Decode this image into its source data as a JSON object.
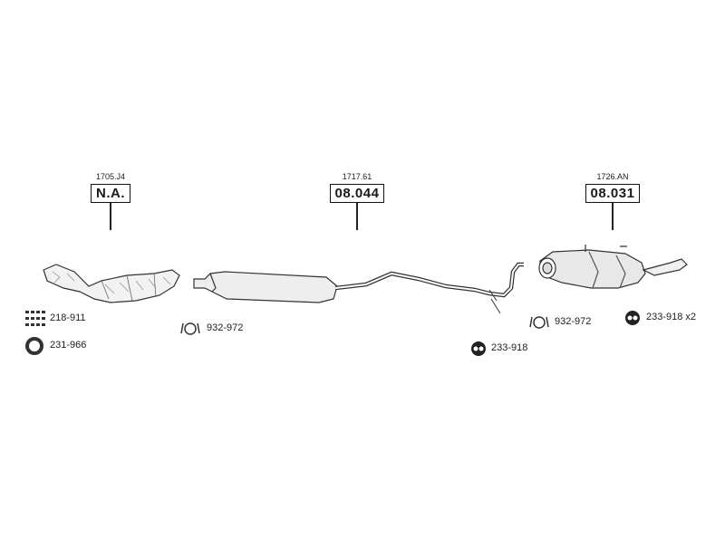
{
  "callouts": [
    {
      "ref": "1705.J4",
      "code": "N.A."
    },
    {
      "ref": "1717.61",
      "code": "08.044"
    },
    {
      "ref": "1726.AN",
      "code": "08.031"
    }
  ],
  "parts": {
    "p1": "218-911",
    "p2": "231-966",
    "p3": "932-972",
    "p4": "233-918",
    "p5": "932-972",
    "p6": "233-918 x2"
  }
}
